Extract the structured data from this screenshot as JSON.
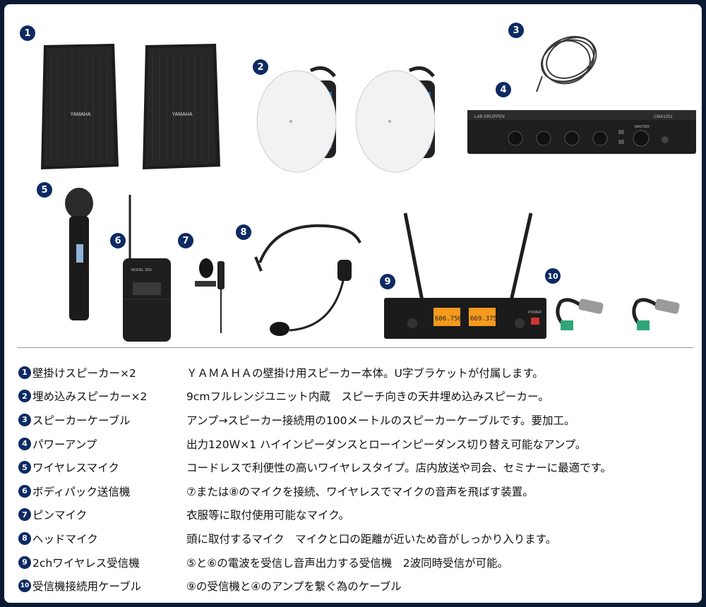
{
  "photo": {
    "brand_yamaha": "YAMAHA",
    "brand_lab": "LAB GRUPPEN",
    "amp_model": "CMA1201",
    "amp_master": "MASTER",
    "receiver_power": "POWER",
    "receiver_display_a": "606.750",
    "receiver_display_b": "669.375",
    "transmitter_model": "MODEL 302t"
  },
  "items": [
    {
      "number": "1",
      "name": "壁掛けスピーカー×2",
      "description": "ＹＡＭＡＨＡの壁掛け用スピーカー本体。U字ブラケットが付属します。"
    },
    {
      "number": "2",
      "name": "埋め込みスピーカー×2",
      "description": "9cmフルレンジユニット内蔵　スピーチ向きの天井埋め込みスピーカー。"
    },
    {
      "number": "3",
      "name": "スピーカーケーブル",
      "description": "アンプ→スピーカー接続用の100メートルのスピーカーケーブルです。要加工。"
    },
    {
      "number": "4",
      "name": "パワーアンプ",
      "description": "出力120Ｗ×1 ハイインピーダンスとローインピーダンス切り替え可能なアンプ。"
    },
    {
      "number": "5",
      "name": "ワイヤレスマイク",
      "description": "コードレスで利便性の高いワイヤレスタイプ。店内放送や司会、セミナーに最適です。"
    },
    {
      "number": "6",
      "name": "ボディパック送信機",
      "description": "⑦または⑧のマイクを接続、ワイヤレスでマイクの音声を飛ばす装置。"
    },
    {
      "number": "7",
      "name": "ピンマイク",
      "description": "衣服等に取付使用可能なマイク。"
    },
    {
      "number": "8",
      "name": "ヘッドマイク",
      "description": "頭に取付するマイク　マイクと口の距離が近いため音がしっかり入ります。"
    },
    {
      "number": "9",
      "name": "2chワイヤレス受信機",
      "description": "⑤と⑥の電波を受信し音声出力する受信機　2波同時受信が可能。"
    },
    {
      "number": "10",
      "name": "受信機接続用ケーブル",
      "description": "⑨の受信機と④のアンプを繋ぐ為のケーブル"
    }
  ]
}
